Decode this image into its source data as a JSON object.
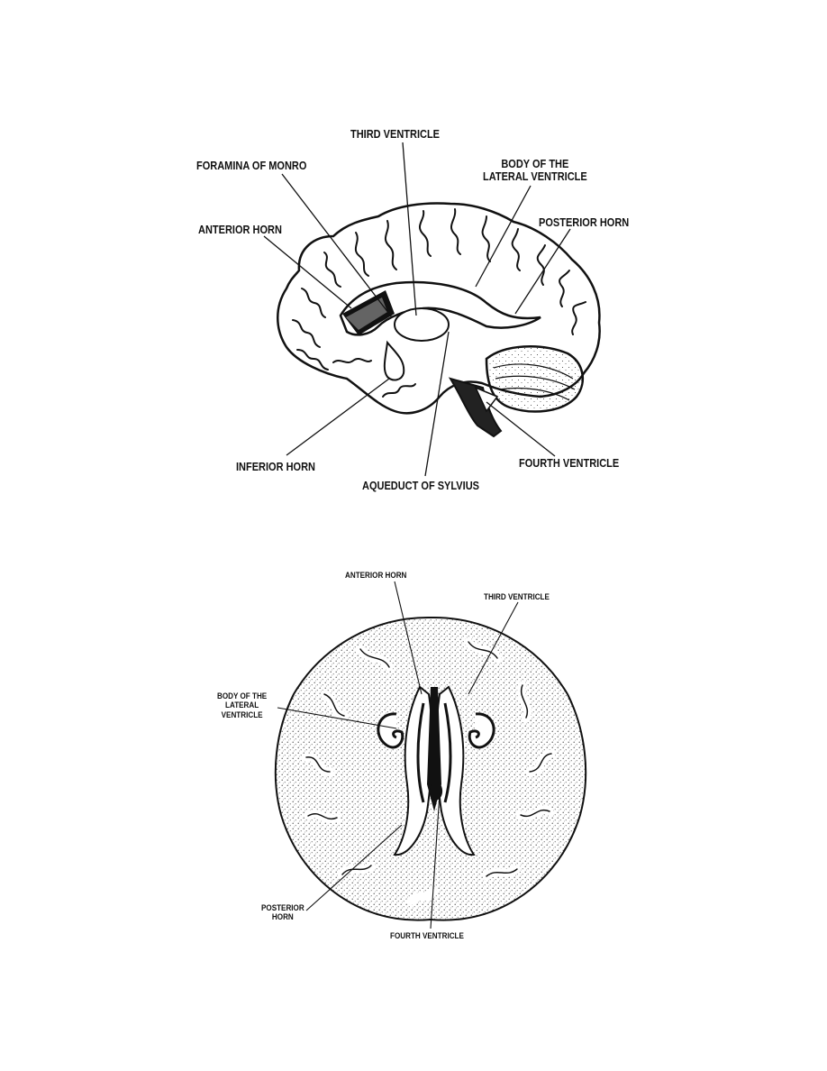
{
  "sagittal_figure": {
    "labels": {
      "third_ventricle": "THIRD VENTRICLE",
      "foramina_of_monro": "FORAMINA OF MONRO",
      "body_of_lateral_ventricle": "BODY OF THE\nLATERAL VENTRICLE",
      "anterior_horn": "ANTERIOR HORN",
      "posterior_horn": "POSTERIOR HORN",
      "inferior_horn": "INFERIOR HORN",
      "aqueduct_of_sylvius": "AQUEDUCT OF SYLVIUS",
      "fourth_ventricle": "FOURTH VENTRICLE"
    }
  },
  "axial_figure": {
    "labels": {
      "anterior_horn": "ANTERIOR HORN",
      "third_ventricle": "THIRD VENTRICLE",
      "body_of_lateral_ventricle": "BODY OF THE\nLATERAL\nVENTRICLE",
      "posterior_horn": "POSTERIOR\nHORN",
      "fourth_ventricle": "FOURTH VENTRICLE"
    }
  }
}
